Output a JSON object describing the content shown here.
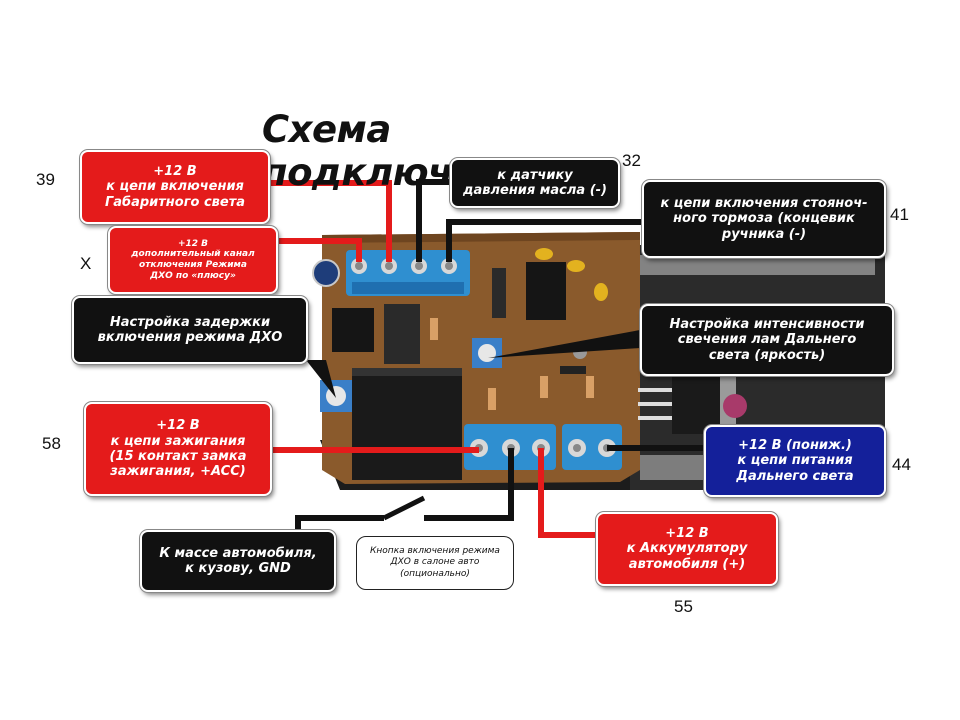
{
  "title": "Схема подключения",
  "numbers": {
    "n39": "39",
    "n32": "32",
    "n41": "41",
    "nX": "X",
    "n58": "58",
    "n44": "44",
    "n55": "55"
  },
  "labels": {
    "gabarit": {
      "l1": "+12 В",
      "l2": "к цепи включения",
      "l3": "Габаритного света"
    },
    "extra": {
      "l1": "+12 В",
      "l2": "дополнительный канал",
      "l3": "отключения Режима",
      "l4": "ДХО по «плюсу»"
    },
    "oil": {
      "l1": "к датчику",
      "l2": "давления масла (-)"
    },
    "parking": {
      "l1": "к цепи включения стояноч-",
      "l2": "ного тормоза (концевик",
      "l3": "ручника (-)"
    },
    "delay": {
      "l1": "Настройка задержки",
      "l2": "включения режима ДХО"
    },
    "intensity": {
      "l1": "Настройка интенсивности",
      "l2": "свечения лам Дальнего",
      "l3": "света (яркость)"
    },
    "ignition": {
      "l1": "+12 В",
      "l2": "к цепи зажигания",
      "l3": "(15 контакт замка",
      "l4": "зажигания, +ACC)"
    },
    "highbeam": {
      "l1": "+12 В (пониж.)",
      "l2": "к цепи питания",
      "l3": "Дальнего света"
    },
    "ground": {
      "l1": "К массе автомобиля,",
      "l2": "к кузову, GND"
    },
    "button": {
      "l1": "Кнопка включения режима",
      "l2": "ДХО в салоне авто",
      "l3": "(опционально)"
    },
    "battery": {
      "l1": "+12 В",
      "l2": "к Аккумулятору",
      "l3": "автомобиля (+)"
    }
  },
  "colors": {
    "red": "#e41b1b",
    "black": "#111111",
    "blue": "#14209a",
    "pcb": "#8a5a2c",
    "terminal": "#2f8fd0"
  }
}
